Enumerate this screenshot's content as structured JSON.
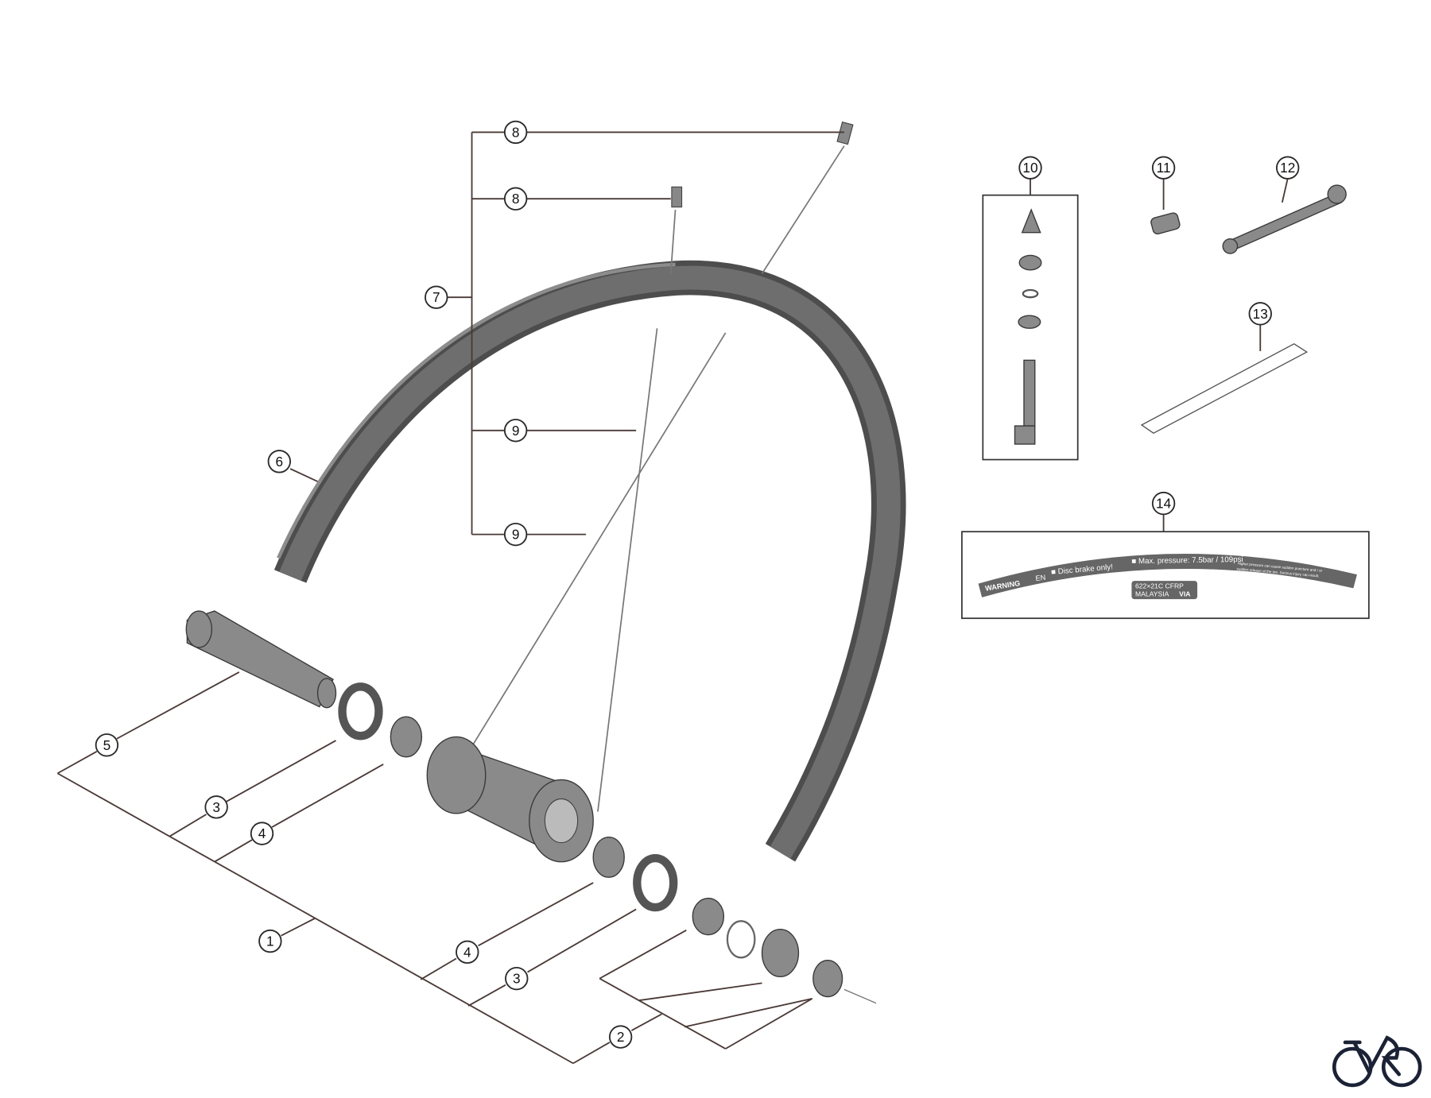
{
  "callouts": {
    "c1": "1",
    "c2": "2",
    "c3a": "3",
    "c3b": "3",
    "c4a": "4",
    "c4b": "4",
    "c5": "5",
    "c6": "6",
    "c7": "7",
    "c8a": "8",
    "c8b": "8",
    "c9a": "9",
    "c9b": "9",
    "c10": "10",
    "c11": "11",
    "c12": "12",
    "c13": "13",
    "c14": "14"
  },
  "rim_label": {
    "warning": "WARNING",
    "lang_mark": "EN",
    "disc": "■ Disc brake only!",
    "pressure": "■ Max. pressure: 7.5bar / 109psi",
    "fine_print_1": "Higher pressure can cause sudden puncture and / or",
    "fine_print_2": "sudden release of the tire. Serious injury can result.",
    "size": "622×21C CFRP",
    "origin": "MALAYSIA",
    "brand": "VIA"
  },
  "colors": {
    "part": "#8a8a8a",
    "rim": "#5a5a5a",
    "lines": "#4a3a36",
    "logo": "#1b2236"
  },
  "logo_icon": "bicycle-icon"
}
